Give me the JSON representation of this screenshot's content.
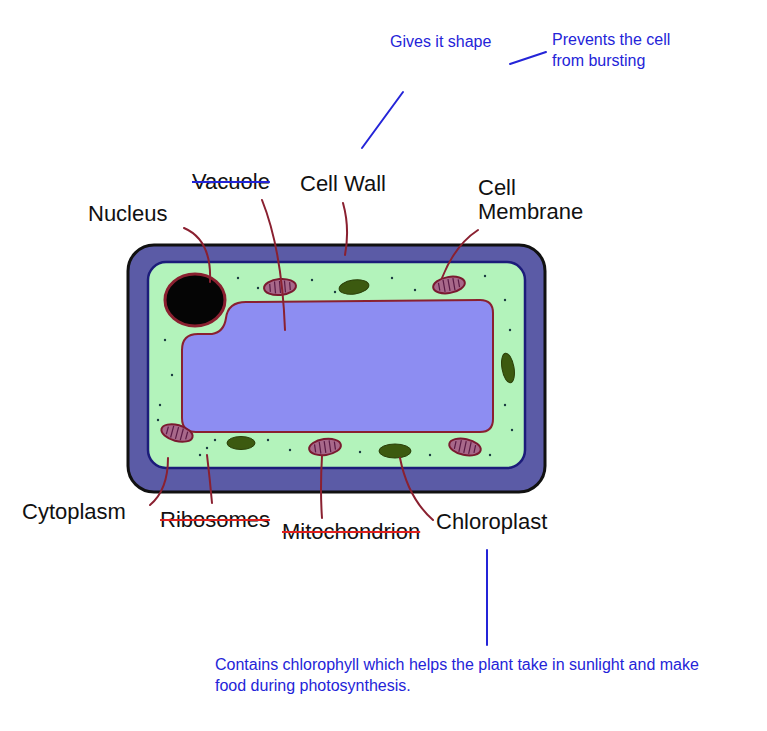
{
  "diagram": {
    "labels": [
      "Gives it shape",
      "Prevents the cell from bursting",
      "Vacuole",
      "Cell Wall",
      "Nucleus",
      "Cell Membrane",
      "Cytoplasm",
      "Ribosomes",
      "Mitochondrion",
      "Chloroplast",
      "Contains chlorophyll which helps the plant take in sunlight and make food during photosynthesis."
    ]
  }
}
